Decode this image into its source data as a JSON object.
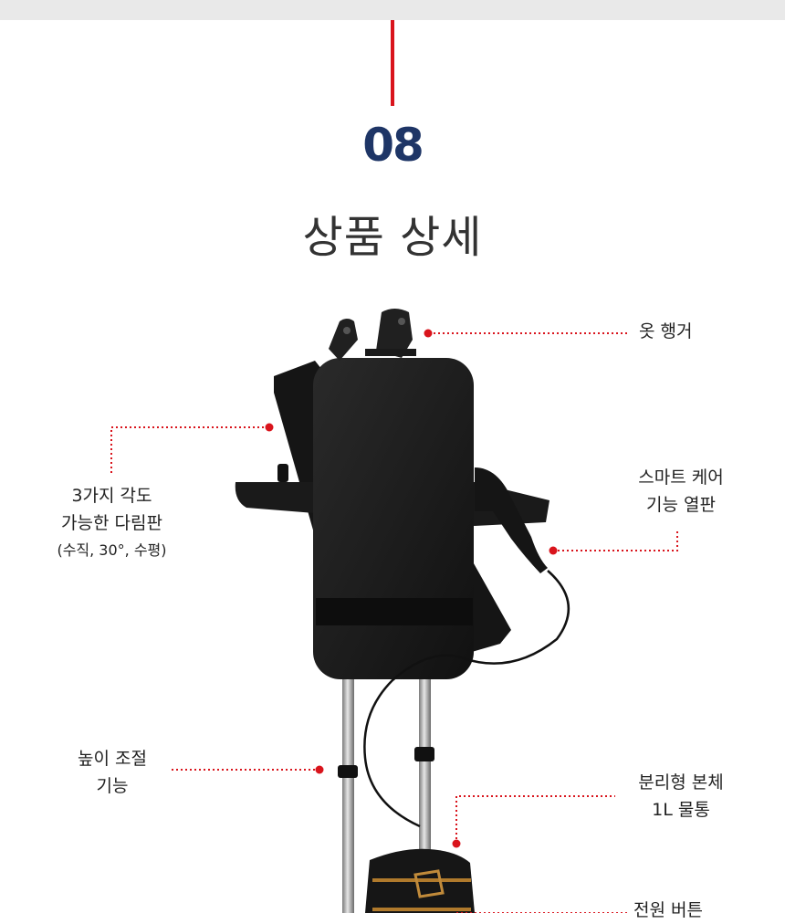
{
  "section": {
    "number": "08",
    "title": "상품 상세"
  },
  "features": [
    {
      "lines": [
        "옷 행거"
      ]
    },
    {
      "lines": [
        "3가지 각도",
        "가능한 다림판",
        "(수직, 30°, 수평)"
      ]
    },
    {
      "lines": [
        "스마트 케어",
        "기능 열판"
      ]
    },
    {
      "lines": [
        "높이 조절",
        "기능"
      ]
    },
    {
      "lines": [
        "분리형 본체",
        "1L 물통"
      ]
    },
    {
      "lines": [
        "전원 버튼"
      ]
    }
  ],
  "colors": {
    "accent_red": "#d9141c",
    "number_navy": "#1e3566",
    "top_band": "#e9e9e9"
  }
}
